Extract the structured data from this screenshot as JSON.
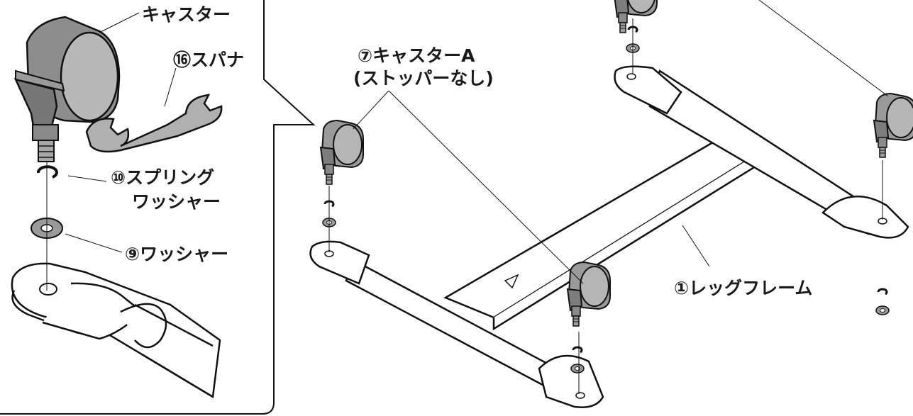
{
  "labels": {
    "caster": "キャスター",
    "wrench": "⑯スパナ",
    "spring_washer_1": "⑩スプリング",
    "spring_washer_2": "ワッシャー",
    "washer": "⑨ワッシャー",
    "caster_a_1": "⑦キャスターA",
    "caster_a_2": "(ストッパーなし)",
    "leg_frame": "①レッグフレーム"
  }
}
